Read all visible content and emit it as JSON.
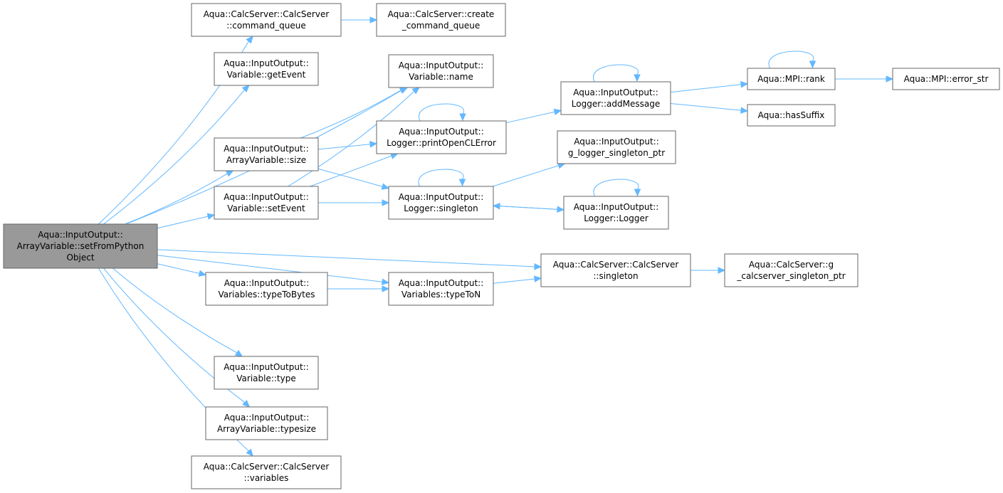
{
  "colors": {
    "edge": "#63b8ff",
    "node_border": "#666666",
    "root_fill": "#999999",
    "node_fill": "#ffffff"
  },
  "nodes": [
    {
      "id": "setFromPythonObject",
      "lines": [
        "Aqua::InputOutput::",
        "ArrayVariable::setFromPython",
        "Object"
      ],
      "root": true
    },
    {
      "id": "cs_command_queue",
      "lines": [
        "Aqua::CalcServer::CalcServer",
        "::command_queue"
      ]
    },
    {
      "id": "cs_create_command_queue",
      "lines": [
        "Aqua::CalcServer::create",
        "_command_queue"
      ]
    },
    {
      "id": "var_getEvent",
      "lines": [
        "Aqua::InputOutput::",
        "Variable::getEvent"
      ]
    },
    {
      "id": "var_name",
      "lines": [
        "Aqua::InputOutput::",
        "Variable::name"
      ]
    },
    {
      "id": "logger_addMessage",
      "lines": [
        "Aqua::InputOutput::",
        "Logger::addMessage"
      ]
    },
    {
      "id": "mpi_rank",
      "lines": [
        "Aqua::MPI::rank"
      ]
    },
    {
      "id": "mpi_error_str",
      "lines": [
        "Aqua::MPI::error_str"
      ]
    },
    {
      "id": "hasSuffix",
      "lines": [
        "Aqua::hasSuffix"
      ]
    },
    {
      "id": "logger_printOpenCLError",
      "lines": [
        "Aqua::InputOutput::",
        "Logger::printOpenCLError"
      ]
    },
    {
      "id": "arrvar_size",
      "lines": [
        "Aqua::InputOutput::",
        "ArrayVariable::size"
      ]
    },
    {
      "id": "g_logger_singleton_ptr",
      "lines": [
        "Aqua::InputOutput::",
        "g_logger_singleton_ptr"
      ]
    },
    {
      "id": "var_setEvent",
      "lines": [
        "Aqua::InputOutput::",
        "Variable::setEvent"
      ]
    },
    {
      "id": "logger_singleton",
      "lines": [
        "Aqua::InputOutput::",
        "Logger::singleton"
      ]
    },
    {
      "id": "logger_Logger",
      "lines": [
        "Aqua::InputOutput::",
        "Logger::Logger"
      ]
    },
    {
      "id": "cs_singleton",
      "lines": [
        "Aqua::CalcServer::CalcServer",
        "::singleton"
      ]
    },
    {
      "id": "cs_g_calcserver_singleton_ptr",
      "lines": [
        "Aqua::CalcServer::g",
        "_calcserver_singleton_ptr"
      ]
    },
    {
      "id": "vars_typeToBytes",
      "lines": [
        "Aqua::InputOutput::",
        "Variables::typeToBytes"
      ]
    },
    {
      "id": "vars_typeToN",
      "lines": [
        "Aqua::InputOutput::",
        "Variables::typeToN"
      ]
    },
    {
      "id": "var_type",
      "lines": [
        "Aqua::InputOutput::",
        "Variable::type"
      ]
    },
    {
      "id": "arrvar_typesize",
      "lines": [
        "Aqua::InputOutput::",
        "ArrayVariable::typesize"
      ]
    },
    {
      "id": "cs_variables",
      "lines": [
        "Aqua::CalcServer::CalcServer",
        "::variables"
      ]
    }
  ],
  "edges": [
    [
      "setFromPythonObject",
      "cs_command_queue"
    ],
    [
      "cs_command_queue",
      "cs_create_command_queue"
    ],
    [
      "setFromPythonObject",
      "var_getEvent"
    ],
    [
      "setFromPythonObject",
      "var_name"
    ],
    [
      "setFromPythonObject",
      "arrvar_size"
    ],
    [
      "setFromPythonObject",
      "var_setEvent"
    ],
    [
      "setFromPythonObject",
      "cs_singleton"
    ],
    [
      "setFromPythonObject",
      "vars_typeToBytes"
    ],
    [
      "setFromPythonObject",
      "vars_typeToN"
    ],
    [
      "setFromPythonObject",
      "var_type"
    ],
    [
      "setFromPythonObject",
      "arrvar_typesize"
    ],
    [
      "setFromPythonObject",
      "cs_variables"
    ],
    [
      "arrvar_size",
      "var_name"
    ],
    [
      "arrvar_size",
      "logger_printOpenCLError"
    ],
    [
      "arrvar_size",
      "logger_singleton"
    ],
    [
      "var_setEvent",
      "var_name"
    ],
    [
      "var_setEvent",
      "logger_printOpenCLError"
    ],
    [
      "var_setEvent",
      "logger_singleton"
    ],
    [
      "logger_printOpenCLError",
      "logger_printOpenCLError"
    ],
    [
      "logger_printOpenCLError",
      "logger_addMessage"
    ],
    [
      "logger_addMessage",
      "logger_addMessage"
    ],
    [
      "logger_addMessage",
      "mpi_rank"
    ],
    [
      "logger_addMessage",
      "hasSuffix"
    ],
    [
      "mpi_rank",
      "mpi_rank"
    ],
    [
      "mpi_rank",
      "mpi_error_str"
    ],
    [
      "logger_singleton",
      "logger_singleton"
    ],
    [
      "logger_singleton",
      "g_logger_singleton_ptr"
    ],
    [
      "logger_singleton",
      "logger_Logger"
    ],
    [
      "logger_Logger",
      "logger_Logger"
    ],
    [
      "logger_Logger",
      "logger_singleton"
    ],
    [
      "vars_typeToBytes",
      "vars_typeToN"
    ],
    [
      "vars_typeToN",
      "cs_singleton"
    ],
    [
      "cs_singleton",
      "cs_g_calcserver_singleton_ptr"
    ]
  ]
}
